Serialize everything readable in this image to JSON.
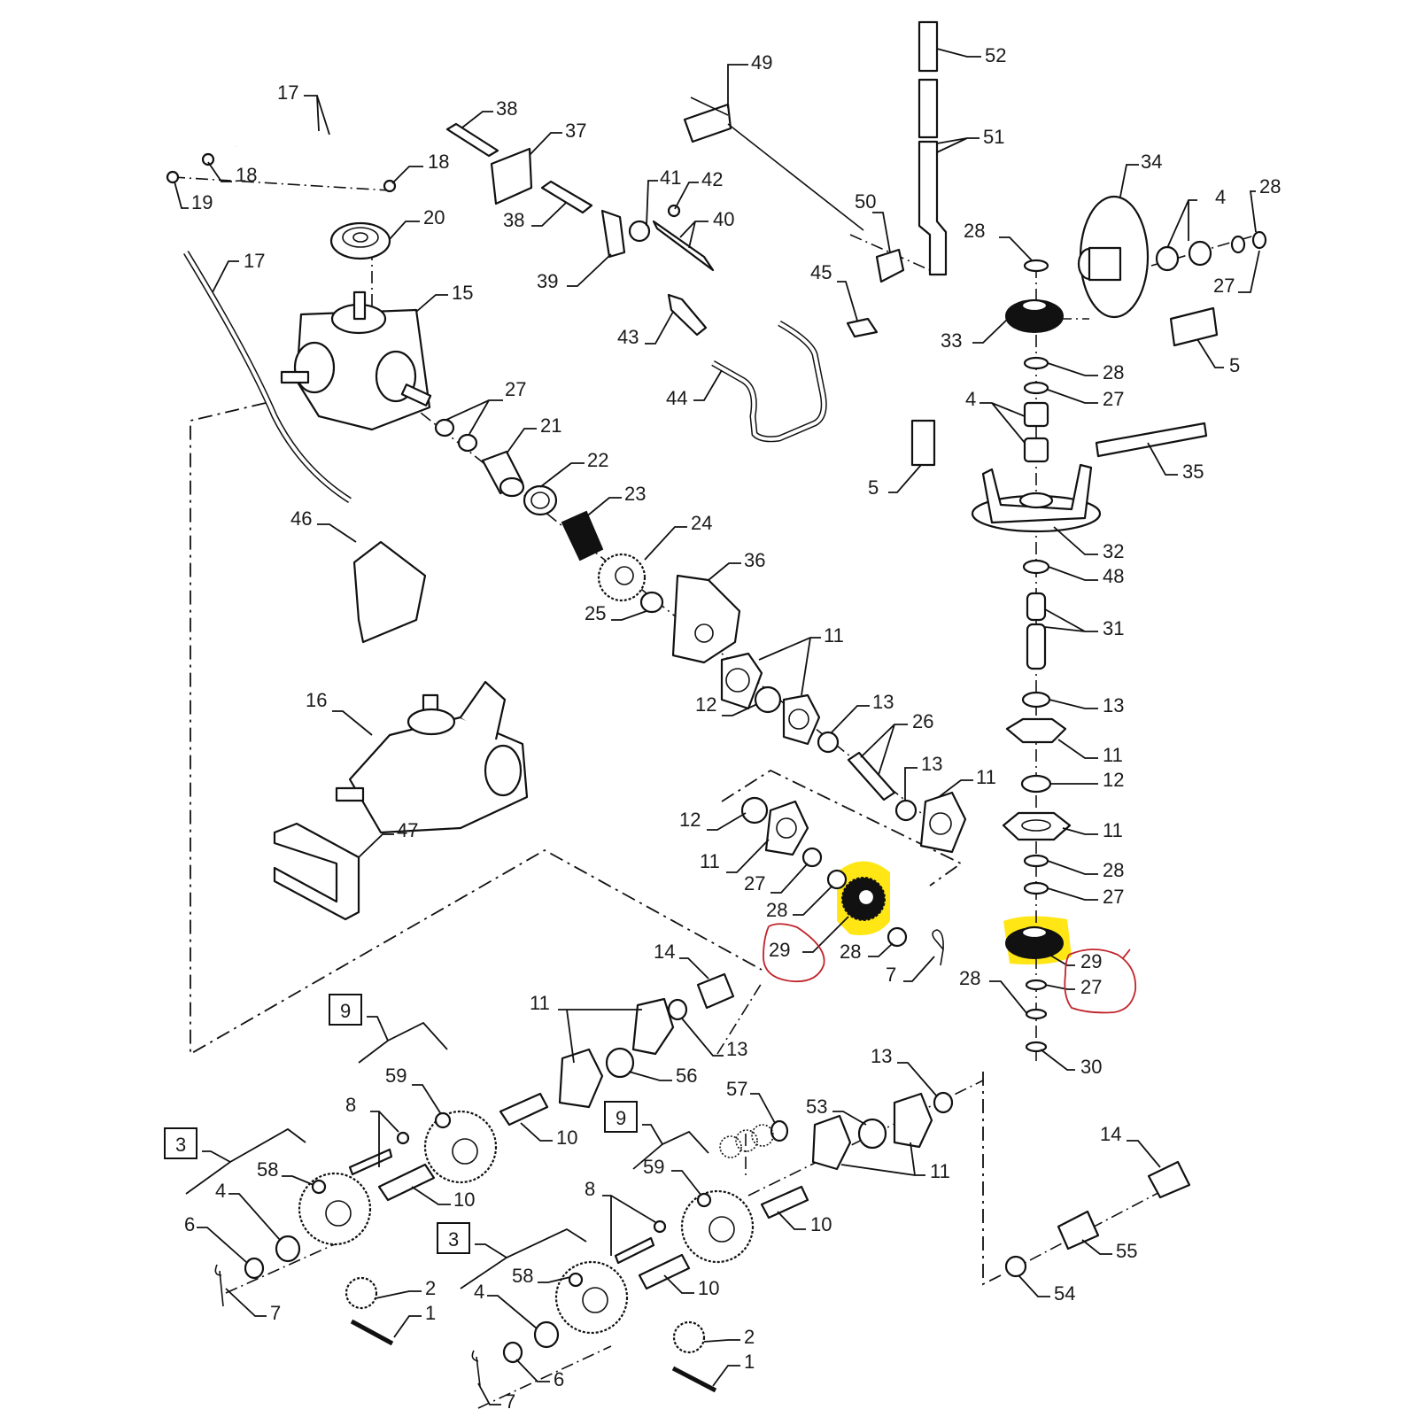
{
  "diagram": {
    "title": "Exploded parts diagram – gearbox and drive assembly",
    "type": "exploded-parts-diagram",
    "highlight_color": "#ffe400",
    "annotation_color": "#c0242b",
    "highlighted_part": "29",
    "callouts": [
      {
        "id": "c17a",
        "label": "17"
      },
      {
        "id": "c18a",
        "label": "18"
      },
      {
        "id": "c18b",
        "label": "18"
      },
      {
        "id": "c19",
        "label": "19"
      },
      {
        "id": "c20",
        "label": "20"
      },
      {
        "id": "c17b",
        "label": "17"
      },
      {
        "id": "c15",
        "label": "15"
      },
      {
        "id": "c38a",
        "label": "38"
      },
      {
        "id": "c37",
        "label": "37"
      },
      {
        "id": "c38b",
        "label": "38"
      },
      {
        "id": "c39",
        "label": "39"
      },
      {
        "id": "c41",
        "label": "41"
      },
      {
        "id": "c42",
        "label": "42"
      },
      {
        "id": "c40",
        "label": "40"
      },
      {
        "id": "c49",
        "label": "49"
      },
      {
        "id": "c52",
        "label": "52"
      },
      {
        "id": "c51",
        "label": "51"
      },
      {
        "id": "c50",
        "label": "50"
      },
      {
        "id": "c45",
        "label": "45"
      },
      {
        "id": "c43",
        "label": "43"
      },
      {
        "id": "c44",
        "label": "44"
      },
      {
        "id": "c34",
        "label": "34"
      },
      {
        "id": "c4a",
        "label": "4"
      },
      {
        "id": "c28a",
        "label": "28"
      },
      {
        "id": "c27a",
        "label": "27"
      },
      {
        "id": "c28b",
        "label": "28"
      },
      {
        "id": "c33",
        "label": "33"
      },
      {
        "id": "c5a",
        "label": "5"
      },
      {
        "id": "c28c",
        "label": "28"
      },
      {
        "id": "c27b",
        "label": "27"
      },
      {
        "id": "c4b",
        "label": "4"
      },
      {
        "id": "c35",
        "label": "35"
      },
      {
        "id": "c5b",
        "label": "5"
      },
      {
        "id": "c32",
        "label": "32"
      },
      {
        "id": "c48",
        "label": "48"
      },
      {
        "id": "c31",
        "label": "31"
      },
      {
        "id": "c13a",
        "label": "13"
      },
      {
        "id": "c11a",
        "label": "11"
      },
      {
        "id": "c12a",
        "label": "12"
      },
      {
        "id": "c11b",
        "label": "11"
      },
      {
        "id": "c28d",
        "label": "28"
      },
      {
        "id": "c27c",
        "label": "27"
      },
      {
        "id": "c29a",
        "label": "29"
      },
      {
        "id": "c28e",
        "label": "28"
      },
      {
        "id": "c27d",
        "label": "27"
      },
      {
        "id": "c30",
        "label": "30"
      },
      {
        "id": "c27e",
        "label": "27"
      },
      {
        "id": "c21",
        "label": "21"
      },
      {
        "id": "c22",
        "label": "22"
      },
      {
        "id": "c23",
        "label": "23"
      },
      {
        "id": "c24",
        "label": "24"
      },
      {
        "id": "c25",
        "label": "25"
      },
      {
        "id": "c36",
        "label": "36"
      },
      {
        "id": "c46",
        "label": "46"
      },
      {
        "id": "c16",
        "label": "16"
      },
      {
        "id": "c47",
        "label": "47"
      },
      {
        "id": "c11c",
        "label": "11"
      },
      {
        "id": "c12b",
        "label": "12"
      },
      {
        "id": "c13b",
        "label": "13"
      },
      {
        "id": "c26",
        "label": "26"
      },
      {
        "id": "c13c",
        "label": "13"
      },
      {
        "id": "c11d",
        "label": "11"
      },
      {
        "id": "c12c",
        "label": "12"
      },
      {
        "id": "c11e",
        "label": "11"
      },
      {
        "id": "c27f",
        "label": "27"
      },
      {
        "id": "c28f",
        "label": "28"
      },
      {
        "id": "c29b",
        "label": "29"
      },
      {
        "id": "c28g",
        "label": "28"
      },
      {
        "id": "c7a",
        "label": "7"
      },
      {
        "id": "c14a",
        "label": "14"
      },
      {
        "id": "c11f",
        "label": "11"
      },
      {
        "id": "c13d",
        "label": "13"
      },
      {
        "id": "c56",
        "label": "56"
      },
      {
        "id": "c59a",
        "label": "59"
      },
      {
        "id": "c8a",
        "label": "8"
      },
      {
        "id": "c10a",
        "label": "10"
      },
      {
        "id": "c58a",
        "label": "58"
      },
      {
        "id": "c4c",
        "label": "4"
      },
      {
        "id": "c10b",
        "label": "10"
      },
      {
        "id": "c6a",
        "label": "6"
      },
      {
        "id": "c7b",
        "label": "7"
      },
      {
        "id": "c2a",
        "label": "2"
      },
      {
        "id": "c1a",
        "label": "1"
      },
      {
        "id": "c57",
        "label": "57"
      },
      {
        "id": "c53",
        "label": "53"
      },
      {
        "id": "c13e",
        "label": "13"
      },
      {
        "id": "c11g",
        "label": "11"
      },
      {
        "id": "c59b",
        "label": "59"
      },
      {
        "id": "c8b",
        "label": "8"
      },
      {
        "id": "c10c",
        "label": "10"
      },
      {
        "id": "c58b",
        "label": "58"
      },
      {
        "id": "c4d",
        "label": "4"
      },
      {
        "id": "c10d",
        "label": "10"
      },
      {
        "id": "c6b",
        "label": "6"
      },
      {
        "id": "c7c",
        "label": "7"
      },
      {
        "id": "c2b",
        "label": "2"
      },
      {
        "id": "c1b",
        "label": "1"
      },
      {
        "id": "c14b",
        "label": "14"
      },
      {
        "id": "c55",
        "label": "55"
      },
      {
        "id": "c54",
        "label": "54"
      }
    ],
    "kit_boxes": [
      {
        "id": "k9a",
        "label": "9"
      },
      {
        "id": "k3a",
        "label": "3"
      },
      {
        "id": "k9b",
        "label": "9"
      },
      {
        "id": "k3b",
        "label": "3"
      }
    ]
  }
}
